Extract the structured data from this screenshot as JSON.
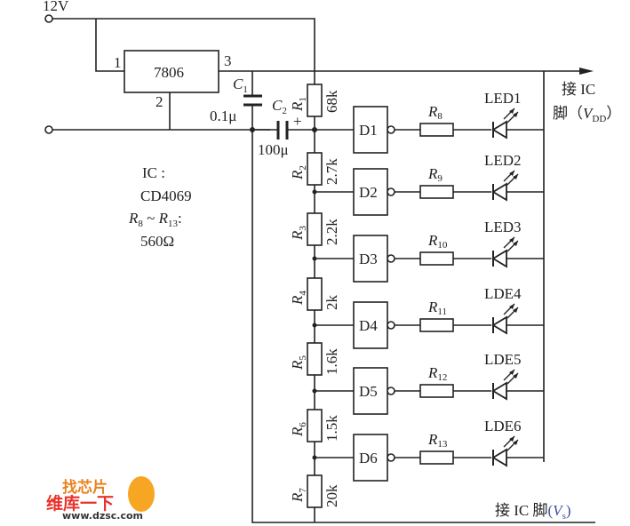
{
  "supply": {
    "voltage": "12V"
  },
  "regulator": {
    "name": "7806",
    "pin1": "1",
    "pin2": "2",
    "pin3": "3"
  },
  "capacitors": [
    {
      "label": "C",
      "sub": "1",
      "value": "0.1μ"
    },
    {
      "label": "C",
      "sub": "2",
      "value": "100μ",
      "polarity": "+"
    }
  ],
  "divider": [
    {
      "label": "R",
      "sub": "1",
      "value": "68k"
    },
    {
      "label": "R",
      "sub": "2",
      "value": "2.7k"
    },
    {
      "label": "R",
      "sub": "3",
      "value": "2.2k"
    },
    {
      "label": "R",
      "sub": "4",
      "value": "2k"
    },
    {
      "label": "R",
      "sub": "5",
      "value": "1.6k"
    },
    {
      "label": "R",
      "sub": "6",
      "value": "1.5k"
    },
    {
      "label": "R",
      "sub": "7",
      "value": "20k"
    }
  ],
  "stages": [
    {
      "gate": "D1",
      "res": "R",
      "res_sub": "8",
      "led": "LED1"
    },
    {
      "gate": "D2",
      "res": "R",
      "res_sub": "9",
      "led": "LED2"
    },
    {
      "gate": "D3",
      "res": "R",
      "res_sub": "10",
      "led": "LED3"
    },
    {
      "gate": "D4",
      "res": "R",
      "res_sub": "11",
      "led": "LDE4"
    },
    {
      "gate": "D5",
      "res": "R",
      "res_sub": "12",
      "led": "LDE5"
    },
    {
      "gate": "D6",
      "res": "R",
      "res_sub": "13",
      "led": "LDE6"
    }
  ],
  "notes": {
    "ic_label": "IC :",
    "ic_part": "CD4069",
    "r_range_a": "R",
    "r_range_a_sub": "8",
    "r_range_sep": " ~ ",
    "r_range_b": "R",
    "r_range_b_sub": "13",
    "r_range_colon": ":",
    "r_value": "560Ω"
  },
  "vdd": {
    "line1": "接 IC",
    "line2_a": "脚（",
    "line2_v": "V",
    "line2_sub": "DD",
    "line2_b": "）"
  },
  "vss": {
    "text": "接 IC 脚",
    "open": "(",
    "v": "V",
    "sub": "s",
    "close": ")"
  },
  "watermark": {
    "top": "找芯片",
    "mid": "维库一下",
    "url": "www.dzsc.com"
  }
}
